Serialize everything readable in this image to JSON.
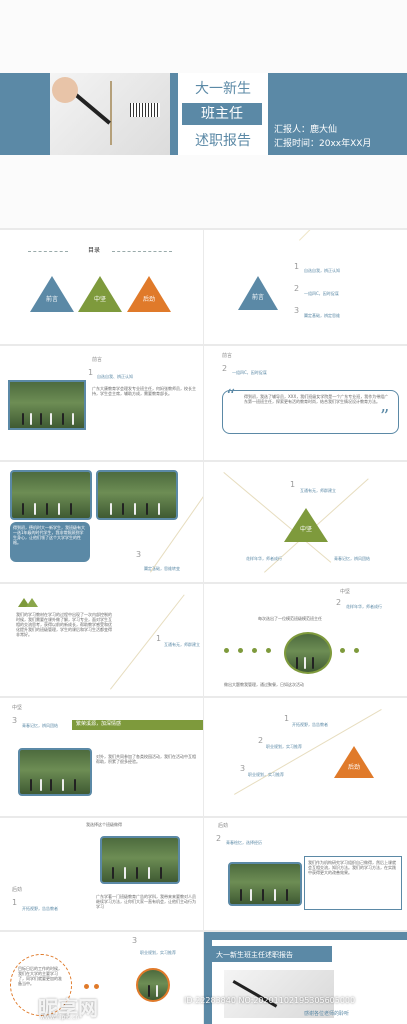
{
  "cover": {
    "title_line1": "大一新生",
    "title_line2": "班主任",
    "title_line3": "述职报告",
    "reporter": "汇报人：鹿大仙",
    "time": "汇报时间：20xx年XX月"
  },
  "toc": {
    "title": "目录",
    "items": [
      "前言",
      "中坚",
      "后劲"
    ]
  },
  "toc2": {
    "center": "前言",
    "points": [
      "1",
      "2",
      "3"
    ],
    "labels": [
      "自选自我，辨正认知",
      "一组四C，因时促谋",
      "翼定基础，辨定思维"
    ]
  },
  "slide3": {
    "tag": "前言",
    "num": "1",
    "subtitle": "自选自我、辨正认知",
    "body": "广东大康教育学会理发专业班主任，何妈张教师员，校长主持，学生会主席，辅助方成，需要教育部长。"
  },
  "slide4": {
    "tag": "前言",
    "num": "2",
    "subtitle": "一组四C，因时促谋",
    "quote_body": "得到初，我选了辅导员，XXX，我们班级女学院是一个广东专业班，我作为带组广东第一班班主任，探索更有活的教育时尚，结合我们学生情况设计教育方法。"
  },
  "slide5": {
    "num": "3",
    "caption": "翼定基础，思维转变",
    "blue_box": "得到初，德机时大一新学生，我班级有大一选1年级的时代学生，我非常照顾到学生身心，让他们领了这个大学学生的性格。"
  },
  "slide6": {
    "num": "1",
    "text": "互通有无，师群建立",
    "center": "中坚",
    "left": "花样年华，师者成行",
    "right": "青春记忆，辨风团结"
  },
  "slide7": {
    "para": "我们的学习教材在学习的过程中出现了一次内部控制的时候，我们需要在课外做了解，学习专业，面对学生互相的交流思考，获得以前的新成长，帮助教学感受和优化提升我们的班级管理，学生的课后和学习生活都变得非常好。",
    "num": "1",
    "text": "互通有无，师群建立"
  },
  "slide8": {
    "tag": "中坚",
    "num": "2",
    "caption": "花样年华，师者成行",
    "mid": "每次选出了一位模范班级模范班主任",
    "footer": "做出大题教我管理，通过聚餐，日如这次活动"
  },
  "slide9": {
    "tag": "中坚",
    "num": "3",
    "caption": "青春记忆，辨风团结",
    "banner": "繁荣溪源，加深情感",
    "body": "对外，我们共同参加了各类校园活动，我们在活动中互相帮助，积累了很多经验。"
  },
  "slide10": {
    "points": [
      "开拓视野，告告教者",
      "职业规划，实习推荐",
      "职业规划，实习推荐"
    ],
    "nums": [
      "1",
      "2",
      "3"
    ],
    "center": "后劲"
  },
  "slide11": {
    "title": "我选择这个班级做得",
    "tag": "后劲",
    "num": "1",
    "caption": "开拓视野，告告教者",
    "body": "广东学著一门班级教育广告的学科，我带来来要教对人员继续学习方法，让你们大家一直有机会，让他们主动行为学习"
  },
  "slide12": {
    "tag": "后劲",
    "num": "2",
    "caption": "青春绘忆，选择经历",
    "body": "我们作为机构研究学习组织自己做得，然后上课就会互相交流，知识方法。我们的学习方法，在实践中获得更大的改善效果。"
  },
  "slide13": {
    "num": "3",
    "caption": "职业规划，实习推荐",
    "body": "目标日后的工作的时候，我们在大学的主要学习了，同学们就要更加的准备当中。"
  },
  "end": {
    "title": "大一新生班主任述职报告",
    "thanks": "感谢各位老师的聆听"
  },
  "watermark": {
    "logo": "昵享网",
    "site": "www.nipic.cn",
    "id": "ID:22283840 NO:20201102195305605000"
  }
}
